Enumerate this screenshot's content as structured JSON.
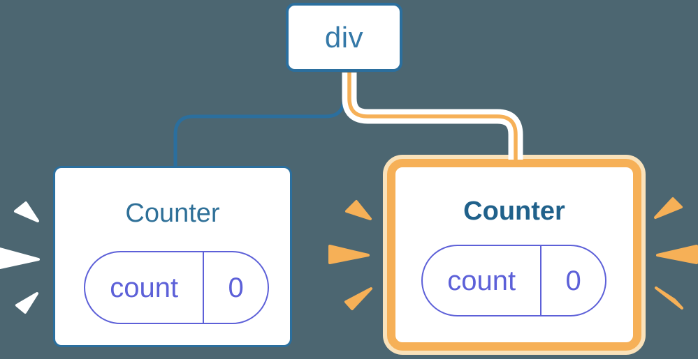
{
  "diagram": {
    "description": "React component tree: a div root element with two Counter children; the right Counter just re-rendered (highlighted with orange border and burst sparks), the left Counter is unchanged (white sparks).",
    "root_node": {
      "label": "div"
    },
    "left_counter": {
      "title": "Counter",
      "highlighted": false,
      "state_pill": {
        "name": "count",
        "value": "0"
      }
    },
    "right_counter": {
      "title": "Counter",
      "highlighted": true,
      "state_pill": {
        "name": "count",
        "value": "0"
      }
    }
  },
  "colors": {
    "background": "#4C6671",
    "node_fill": "#FFFFFF",
    "blue_border": "#2B6F9E",
    "blue_text": "#3579A8",
    "title_blue": "#2F7098",
    "title_blue_bold": "#20618B",
    "state_purple": "#5C60D8",
    "highlight_orange": "#F6B057",
    "highlight_pale_orange": "#FAE2BA",
    "spark_white": "#FFFFFF"
  }
}
